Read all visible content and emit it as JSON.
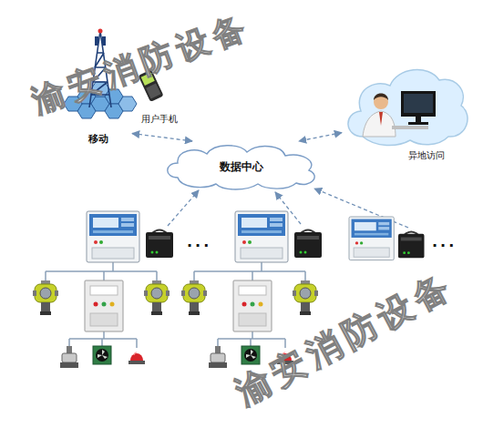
{
  "diagram": {
    "nodes": [
      {
        "text": [
          "移动"
        ]
      },
      {
        "text": [
          "用户手机"
        ]
      },
      {
        "text": [
          "数据中心"
        ]
      },
      {
        "text": [
          "异地访问"
        ]
      }
    ],
    "edges": [
      {
        "from": 0,
        "to": 2,
        "arrow": "both"
      },
      {
        "from": 3,
        "to": 2,
        "arrow": "both"
      }
    ],
    "labels": [
      "渝安消防设备",
      "渝安消防设备",
      "...",
      "..."
    ]
  }
}
